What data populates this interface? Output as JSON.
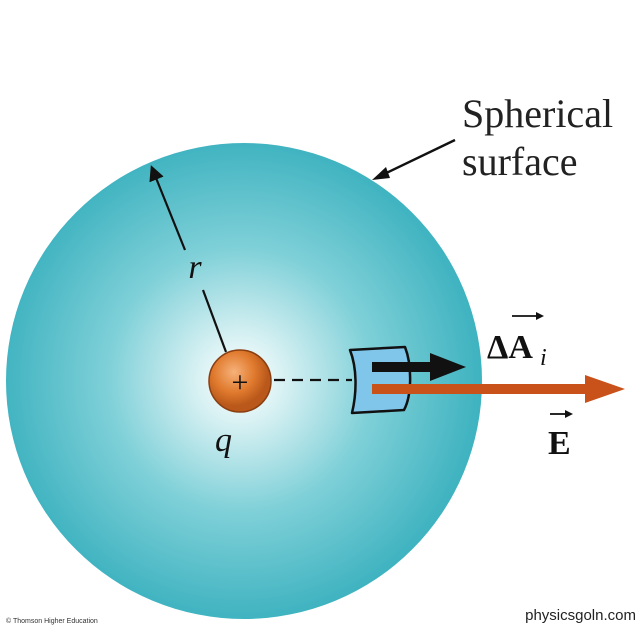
{
  "labels": {
    "surface_line1": "Spherical",
    "surface_line2": "surface",
    "radius": "r",
    "charge": "q",
    "charge_sign": "+",
    "area_vector": "ΔA",
    "area_subscript": "i",
    "field_vector": "E"
  },
  "footer": {
    "copyright": "© Thomson Higher Education",
    "watermark": "physicsgoln.com"
  },
  "colors": {
    "sphere": "#57c4cf",
    "sphere_highlight": "#ffffff",
    "charge": "#e07a2e",
    "area_patch": "#7fc6ea",
    "area_arrow": "#111111",
    "field_arrow": "#c8521a"
  }
}
